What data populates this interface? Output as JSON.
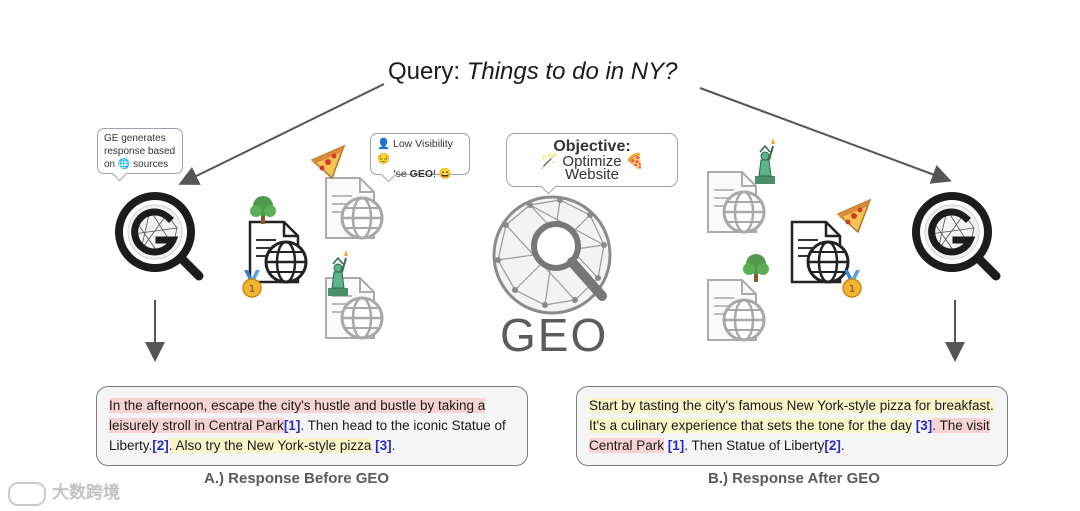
{
  "query": {
    "prefix": "Query: ",
    "text": "Things to do in NY?"
  },
  "bubbles": {
    "ge": [
      "GE generates",
      "response based",
      "on 🌐 sources"
    ],
    "visibility": {
      "line1": "👤 Low Visibility 😔",
      "line2_pre": "Use ",
      "line2_bold": "GEO",
      "line2_post": "! 😄"
    },
    "objective": {
      "title": "Objective:",
      "line": "🪄 Optimize 🍕 Website"
    }
  },
  "center_label": "GEO",
  "responses": {
    "before": {
      "caption": "A.) Response Before GEO",
      "s1": "In the afternoon, escape the city's hustle and bustle by taking a leisurely stroll in Central Park",
      "c1": "[1]",
      "s2": ". Then head to the iconic Statue of Liberty.",
      "c2": "[2]",
      "s3": ". Also try the New York-style pizza",
      "c3": "[3]",
      "s4": "."
    },
    "after": {
      "caption": "B.) Response After GEO",
      "s1": "Start by tasting the city's famous New York-style pizza for breakfast. It's a culinary experience that sets the tone for the day",
      "c1": "[3]",
      "s2": ". The visit Central Park",
      "c2": "[1]",
      "s3": ". Then Statue of Liberty",
      "c3": "[2]",
      "s4": "."
    }
  },
  "watermark": "大数跨境",
  "colors": {
    "highlight_pink": "#f8d3d3",
    "highlight_yellow": "#faf5c8",
    "citation": "#2a2ac9",
    "doc_gray": "#a8a8a8",
    "globe_dark": "#222222"
  },
  "icons": [
    "search-engine-logo",
    "document-globe-icon",
    "pizza-icon",
    "statue-of-liberty-icon",
    "tree-icon",
    "medal-icon",
    "geo-globe-magnifier-icon"
  ]
}
